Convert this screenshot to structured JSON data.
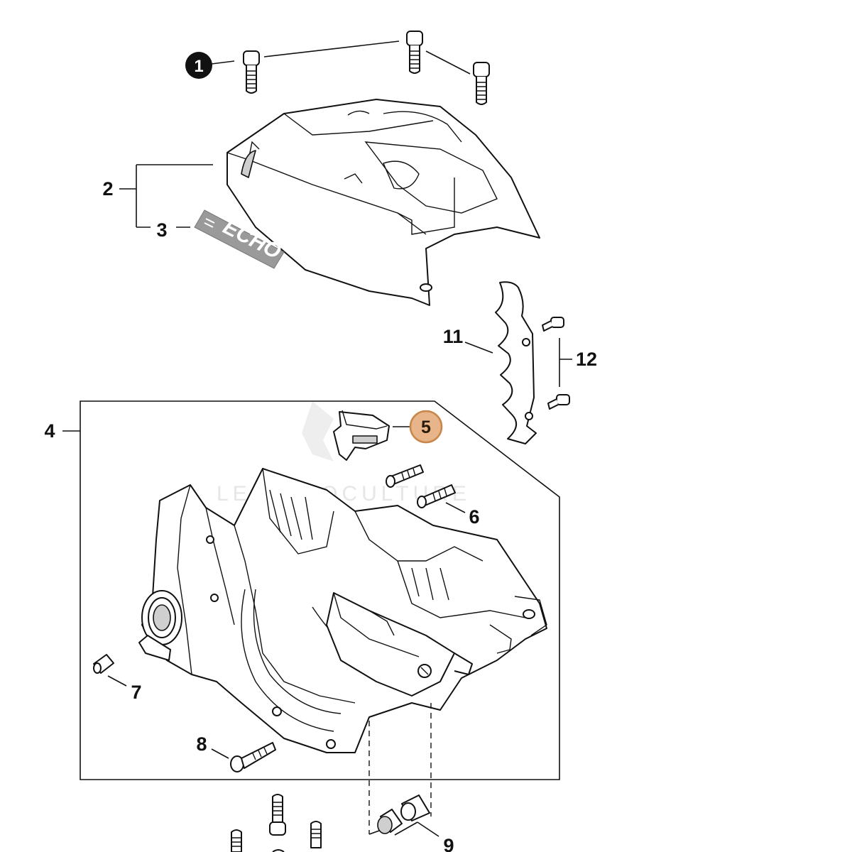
{
  "diagram": {
    "callouts": [
      {
        "id": "1",
        "label": "1",
        "style": "inverted"
      },
      {
        "id": "2",
        "label": "2",
        "style": "plain"
      },
      {
        "id": "3",
        "label": "3",
        "style": "plain"
      },
      {
        "id": "4",
        "label": "4",
        "style": "plain"
      },
      {
        "id": "5",
        "label": "5",
        "style": "highlighted"
      },
      {
        "id": "6",
        "label": "6",
        "style": "plain"
      },
      {
        "id": "7",
        "label": "7",
        "style": "plain"
      },
      {
        "id": "8",
        "label": "8",
        "style": "plain"
      },
      {
        "id": "9",
        "label": "9",
        "style": "plain"
      },
      {
        "id": "11",
        "label": "11",
        "style": "plain"
      },
      {
        "id": "12",
        "label": "12",
        "style": "plain"
      }
    ],
    "decal_text": "ECHO",
    "watermark_text": "LE MOTOCULTURE",
    "colors": {
      "line": "#111111",
      "highlight_fill": "#e8b48a",
      "highlight_stroke": "#c8864a",
      "inverted_fill": "#111111",
      "decal_fill": "#9a9a9a"
    }
  }
}
